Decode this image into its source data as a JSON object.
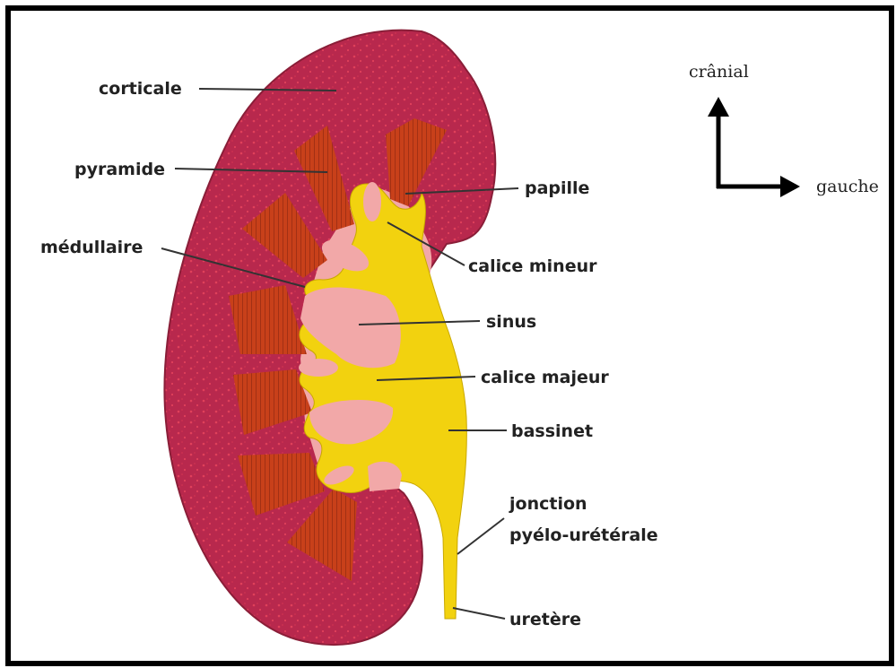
{
  "labels": {
    "corticale": "corticale",
    "pyramide": "pyramide",
    "medullaire": "médullaire",
    "papille": "papille",
    "calice_mineur": "calice mineur",
    "sinus": "sinus",
    "calice_majeur": "calice majeur",
    "bassinet": "bassinet",
    "jonction_line1": "jonction",
    "jonction_line2": "pyélo-urétérale",
    "uretere": "uretère"
  },
  "orientation": {
    "up": "crânial",
    "right": "gauche"
  },
  "colors": {
    "cortex": "#b8284d",
    "cortex_dots": "#e0405a",
    "pyramid": "#c8401a",
    "pelvis": "#f2d20f",
    "sinus": "#f2a8a8",
    "border": "#000000"
  }
}
